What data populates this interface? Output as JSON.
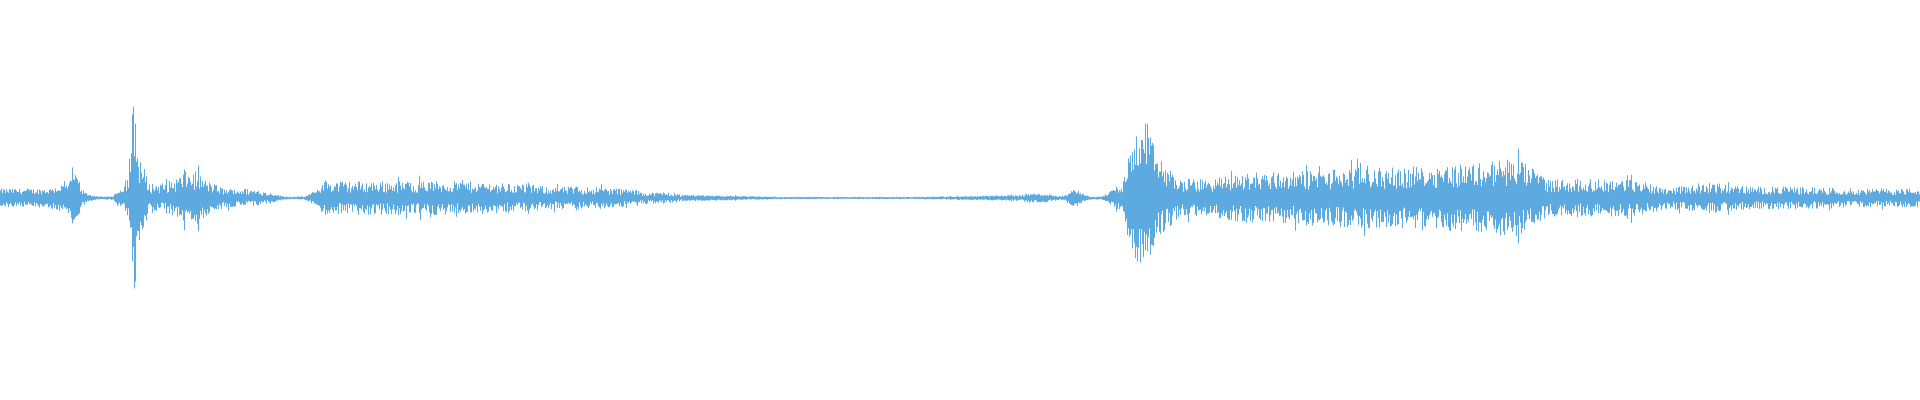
{
  "waveform": {
    "color": "#5daae0",
    "background": "#ffffff",
    "segments": [
      {
        "start": 0.0,
        "end": 0.036,
        "amp": 0.05,
        "noise": 0.6
      },
      {
        "start": 0.036,
        "end": 0.041,
        "amp": 0.12,
        "noise": 0.3
      },
      {
        "start": 0.041,
        "end": 0.045,
        "amp": 0.04,
        "noise": 0.6
      },
      {
        "start": 0.045,
        "end": 0.064,
        "amp": 0.008,
        "noise": 0.5
      },
      {
        "start": 0.064,
        "end": 0.068,
        "amp": 0.12,
        "noise": 0.7
      },
      {
        "start": 0.068,
        "end": 0.071,
        "amp": 0.5,
        "noise": 0.6
      },
      {
        "start": 0.071,
        "end": 0.092,
        "amp": 0.08,
        "noise": 0.7
      },
      {
        "start": 0.092,
        "end": 0.107,
        "amp": 0.14,
        "noise": 0.7
      },
      {
        "start": 0.107,
        "end": 0.14,
        "amp": 0.05,
        "noise": 0.7
      },
      {
        "start": 0.14,
        "end": 0.166,
        "amp": 0.008,
        "noise": 0.5
      },
      {
        "start": 0.166,
        "end": 0.172,
        "amp": 0.09,
        "noise": 0.6
      },
      {
        "start": 0.172,
        "end": 0.27,
        "amp": 0.09,
        "noise": 0.7
      },
      {
        "start": 0.27,
        "end": 0.33,
        "amp": 0.06,
        "noise": 0.7
      },
      {
        "start": 0.33,
        "end": 0.355,
        "amp": 0.03,
        "noise": 0.7
      },
      {
        "start": 0.355,
        "end": 0.53,
        "amp": 0.006,
        "noise": 0.5
      },
      {
        "start": 0.53,
        "end": 0.548,
        "amp": 0.025,
        "noise": 0.6
      },
      {
        "start": 0.548,
        "end": 0.556,
        "amp": 0.012,
        "noise": 0.6
      },
      {
        "start": 0.556,
        "end": 0.563,
        "amp": 0.045,
        "noise": 0.5
      },
      {
        "start": 0.563,
        "end": 0.578,
        "amp": 0.008,
        "noise": 0.5
      },
      {
        "start": 0.578,
        "end": 0.587,
        "amp": 0.06,
        "noise": 0.6
      },
      {
        "start": 0.587,
        "end": 0.603,
        "amp": 0.34,
        "noise": 0.55
      },
      {
        "start": 0.603,
        "end": 0.64,
        "amp": 0.1,
        "noise": 0.7
      },
      {
        "start": 0.64,
        "end": 0.69,
        "amp": 0.14,
        "noise": 0.7
      },
      {
        "start": 0.69,
        "end": 0.74,
        "amp": 0.16,
        "noise": 0.7
      },
      {
        "start": 0.74,
        "end": 0.77,
        "amp": 0.18,
        "noise": 0.7
      },
      {
        "start": 0.77,
        "end": 0.8,
        "amp": 0.2,
        "noise": 0.7
      },
      {
        "start": 0.8,
        "end": 0.82,
        "amp": 0.1,
        "noise": 0.7
      },
      {
        "start": 0.82,
        "end": 0.86,
        "amp": 0.1,
        "noise": 0.7
      },
      {
        "start": 0.86,
        "end": 0.88,
        "amp": 0.06,
        "noise": 0.7
      },
      {
        "start": 0.88,
        "end": 0.9,
        "amp": 0.08,
        "noise": 0.7
      },
      {
        "start": 0.9,
        "end": 0.95,
        "amp": 0.06,
        "noise": 0.7
      },
      {
        "start": 0.95,
        "end": 1.0,
        "amp": 0.05,
        "noise": 0.7
      }
    ]
  }
}
